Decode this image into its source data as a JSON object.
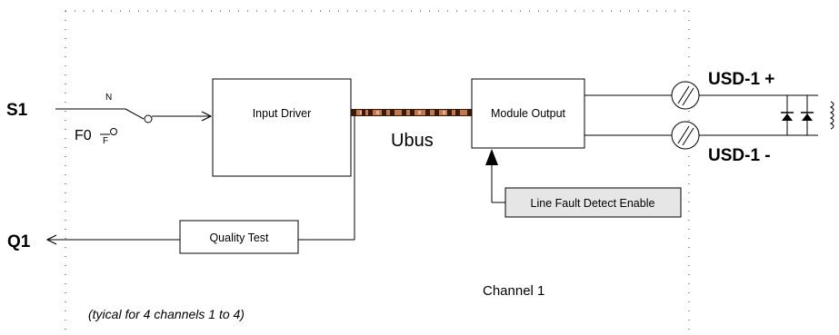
{
  "signals": {
    "input": "S1",
    "output": "Q1",
    "switch_position_n": "N",
    "switch_position_f": "F",
    "switch_label": "F0"
  },
  "blocks": {
    "input_driver": "Input Driver",
    "module_output": "Module Output",
    "quality_test": "Quality Test",
    "line_fault_detect": "Line Fault Detect Enable"
  },
  "bus": {
    "label": "Ubus"
  },
  "terminals": {
    "positive": "USD-1 +",
    "negative": "USD-1 -"
  },
  "footer": {
    "channel": "Channel 1",
    "note": "(tyical for 4 channels 1 to 4)"
  },
  "colors": {
    "line": "#000000",
    "bus_dark": "#3a1a0a",
    "bus_light": "#c07850",
    "fault_box_fill": "#e6e6e6"
  }
}
